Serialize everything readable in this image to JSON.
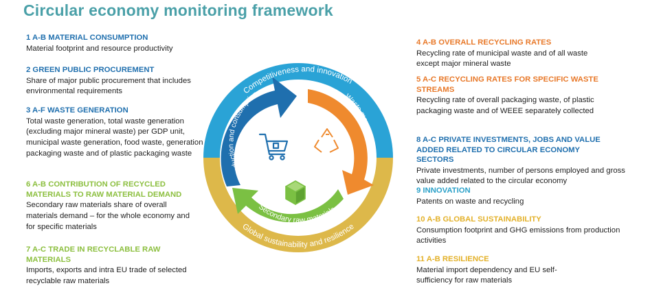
{
  "title": "Circular economy monitoring framework",
  "items": [
    {
      "heading": "1 A-B MATERIAL CONSUMPTION",
      "desc": "Material footprint and resource productivity"
    },
    {
      "heading": "2 GREEN PUBLIC PROCUREMENT",
      "desc": "Share of major public procurement that includes environmental requirements"
    },
    {
      "heading": "3 A-F WASTE GENERATION",
      "desc": "Total waste generation, total waste generation (excluding major mineral waste) per GDP unit,  municipal waste generation, food waste, generation of packaging waste and of plastic packaging waste"
    },
    {
      "heading": "4 A-B OVERALL RECYCLING RATES",
      "desc": "Recycling rate of municipal waste and of all waste except major mineral waste"
    },
    {
      "heading": "5 A-C RECYCLING RATES FOR SPECIFIC WASTE STREAMS",
      "desc": "Recycling rate of overall packaging waste, of plastic packaging waste and of WEEE separately collected"
    },
    {
      "heading": "6 A-B CONTRIBUTION OF RECYCLED MATERIALS TO RAW MATERIAL DEMAND",
      "desc": "Secondary raw materials share of overall materials demand – for the whole economy and for specific materials"
    },
    {
      "heading": "7 A-C TRADE IN RECYCLABLE RAW MATERIALS",
      "desc": "Imports, exports and intra EU trade of selected recyclable raw materials"
    },
    {
      "heading": "8 A-C PRIVATE INVESTMENTS, JOBS AND VALUE ADDED RELATED TO CIRCULAR ECONOMY SECTORS",
      "desc": "Private investments, number of persons employed and gross value added related to the circular economy"
    },
    {
      "heading": "9 INNOVATION",
      "desc": "Patents on waste and recycling"
    },
    {
      "heading": "10 A-B GLOBAL SUSTAINABILITY",
      "desc": "Consumption footprint and GHG emissions from production activities"
    },
    {
      "heading": "11 A-B RESILIENCE",
      "desc": "Material import dependency and EU self-sufficiency for raw materials"
    }
  ],
  "cycle": {
    "outer_top": "Competitiveness and innovation",
    "outer_bottom": "Global sustainability and resilience",
    "inner_left": "Production and consumption",
    "inner_right": "Waste management",
    "inner_bottom": "Secondary raw materials",
    "icons": [
      "shopping-cart-icon",
      "recycle-icon",
      "materials-box-icon"
    ],
    "colors": {
      "outer_top": "#2aa3d6",
      "outer_bottom": "#ddb84a",
      "inner_left": "#1f6fae",
      "inner_right": "#ef8a2e",
      "inner_bottom": "#7bc043"
    }
  }
}
